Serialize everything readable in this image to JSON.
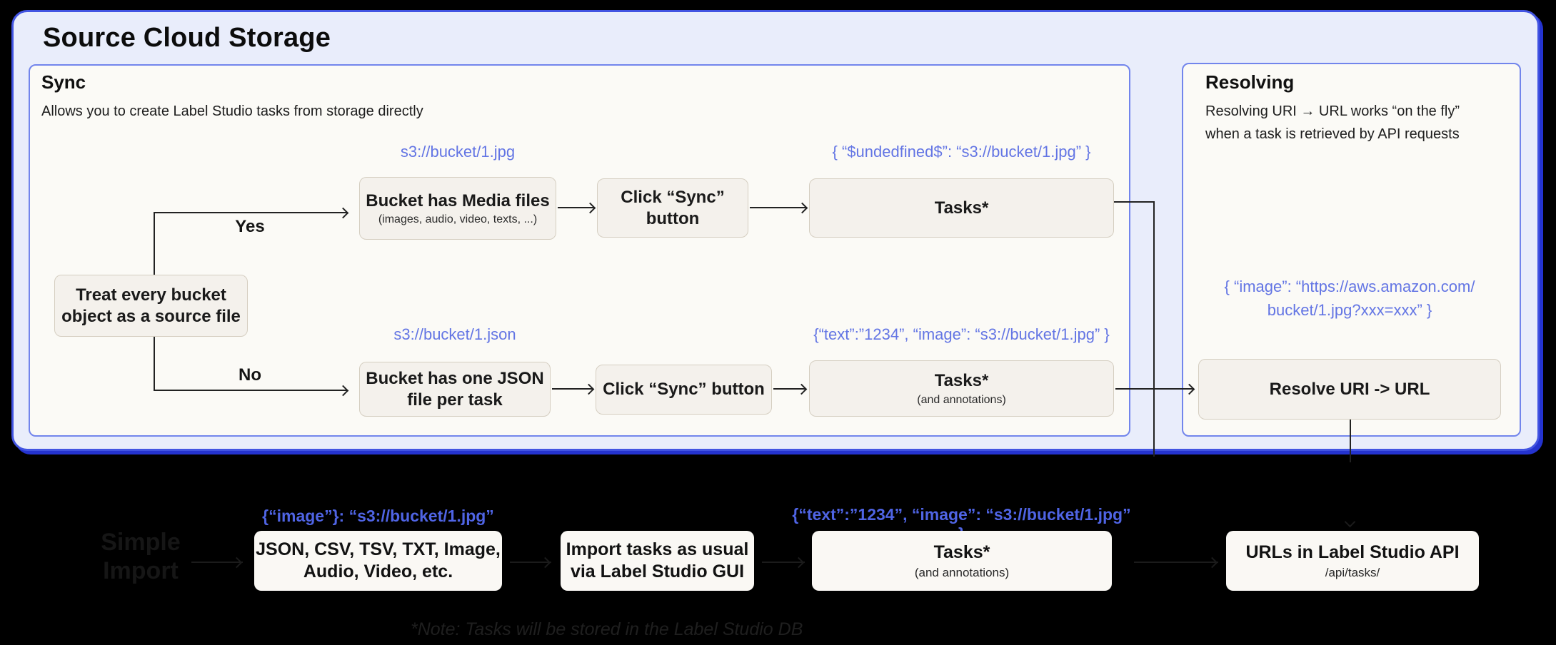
{
  "title": "Source Cloud Storage",
  "colors": {
    "accent_blue_text": "#6375E4",
    "accent_blue_bold": "#4F64E4",
    "outer_panel_fill": "#E9EDFB",
    "outer_panel_border": "#4254E2",
    "inner_panel_fill": "#FBFAF6",
    "inner_panel_border": "#7285EC",
    "node_fill": "#F4F1EC",
    "node_border": "#D5CEC1",
    "page_background": "#000000"
  },
  "sync": {
    "title": "Sync",
    "subtitle": "Allows you to create Label Studio tasks from storage directly",
    "decision": "Treat every bucket\nobject as a source file",
    "yes": "Yes",
    "no": "No",
    "media_row": {
      "uri": "s3://bucket/1.jpg",
      "node_title": "Bucket has Media files",
      "node_sub": "(images, audio, video, texts, ...)",
      "sync_button": "Click “Sync” button",
      "tasks_json": "{ “$undedfined$”: “s3://bucket/1.jpg” }",
      "tasks_title": "Tasks*"
    },
    "json_row": {
      "uri": "s3://bucket/1.json",
      "node_title": "Bucket has one JSON\nfile per task",
      "sync_button": "Click “Sync” button",
      "tasks_json": "{“text”:”1234”,  “image”: “s3://bucket/1.jpg” }",
      "tasks_title": "Tasks*",
      "tasks_sub": "(and annotations)"
    }
  },
  "resolving": {
    "title": "Resolving",
    "subtitle": "Resolving URI → URL works “on the fly”\nwhen a task is retrieved by API requests",
    "resolved_json": "{ “image”: “https://aws.amazon.com/\nbucket/1.jpg?xxx=xxx” }",
    "resolve_node": "Resolve URI -> URL"
  },
  "import_flow": {
    "faint_title": "Simple\nImport",
    "import_json": "{“image”}: “s3://bucket/1.jpg”",
    "formats_node": "JSON, CSV, TSV, TXT, Image,\nAudio, Video, etc.",
    "gui_node": "Import tasks as usual\nvia Label Studio GUI",
    "tasks_json": "{“text”:”1234”,  “image”: “s3://bucket/1.jpg” }",
    "tasks_title": "Tasks*",
    "tasks_sub": "(and annotations)",
    "api_node": "URLs in Label Studio API",
    "api_sub": "/api/tasks/",
    "note": "*Note: Tasks will be stored in the Label Studio DB"
  }
}
